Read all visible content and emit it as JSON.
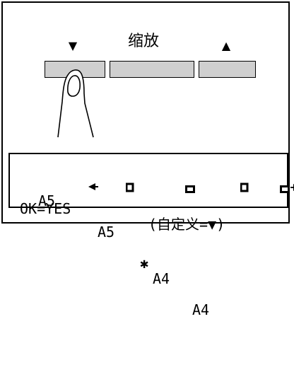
{
  "panel": {
    "left_arrow": "▼",
    "title": "缩放",
    "right_arrow": "▲"
  },
  "display": {
    "row1": {
      "nav": "◂",
      "option1": "A5",
      "option2": "A5",
      "option3_selected_marker": "✱",
      "option3": "A4",
      "option4": "A4"
    },
    "row2": {
      "confirm": "OK=YES",
      "custom": "(自定义=▼)"
    }
  },
  "icons": {
    "finger": "finger-pointer-icon",
    "portrait_paper": "portrait-paper-icon",
    "landscape_paper": "landscape-paper-icon",
    "arrow_left": "left-arrow-icon",
    "arrow_right": "right-arrow-icon"
  }
}
